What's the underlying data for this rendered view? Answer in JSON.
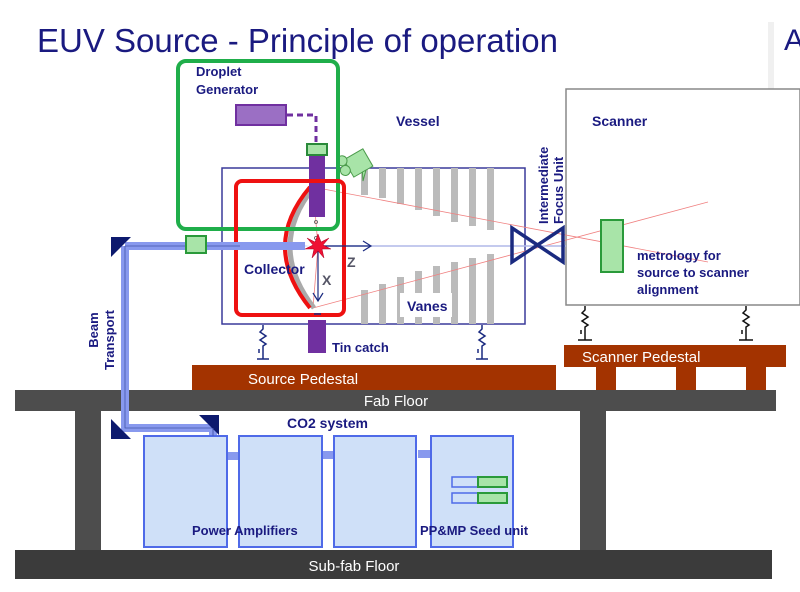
{
  "title": "EUV Source - Principle of operation",
  "partial_title_glyph": "A",
  "labels": {
    "droplet_generator_line1": "Droplet",
    "droplet_generator_line2": "Generator",
    "vessel": "Vessel",
    "scanner": "Scanner",
    "intermediate_focus_line1": "Intermediate",
    "intermediate_focus_line2": "Focus Unit",
    "collector": "Collector",
    "axis_z": "Z",
    "axis_x": "X",
    "vanes": "Vanes",
    "tin_catch": "Tin catch",
    "beam_transport_line1": "Beam",
    "beam_transport_line2": "Transport",
    "metrology_line1": "metrology for",
    "metrology_line2": "source to scanner",
    "metrology_line3": "alignment",
    "source_pedestal": "Source Pedestal",
    "scanner_pedestal": "Scanner Pedestal",
    "fab_floor": "Fab Floor",
    "co2_system": "CO2 system",
    "power_amplifiers": "Power Amplifiers",
    "seed_unit": "PP&MP Seed unit",
    "subfab_floor": "Sub-fab Floor"
  },
  "colors": {
    "title_text": "#1a1a80",
    "label_text": "#1a1a80",
    "droplet_generator_outline": "#1fae4a",
    "collector_outline": "#ee1111",
    "vessel_outline": "#3a3a9a",
    "floor": "#4d4d4d",
    "pedestal": "#a33300",
    "beam": "#8899ee",
    "co2_box_fill": "#cfe0f8",
    "co2_box_stroke": "#4f6ae8",
    "vane": "#bbbbbb",
    "droplet_purple": "#7030a0",
    "green_fill": "#a8e4a8",
    "green_stroke": "#2a9a3a",
    "light_ray": "#f08080"
  }
}
